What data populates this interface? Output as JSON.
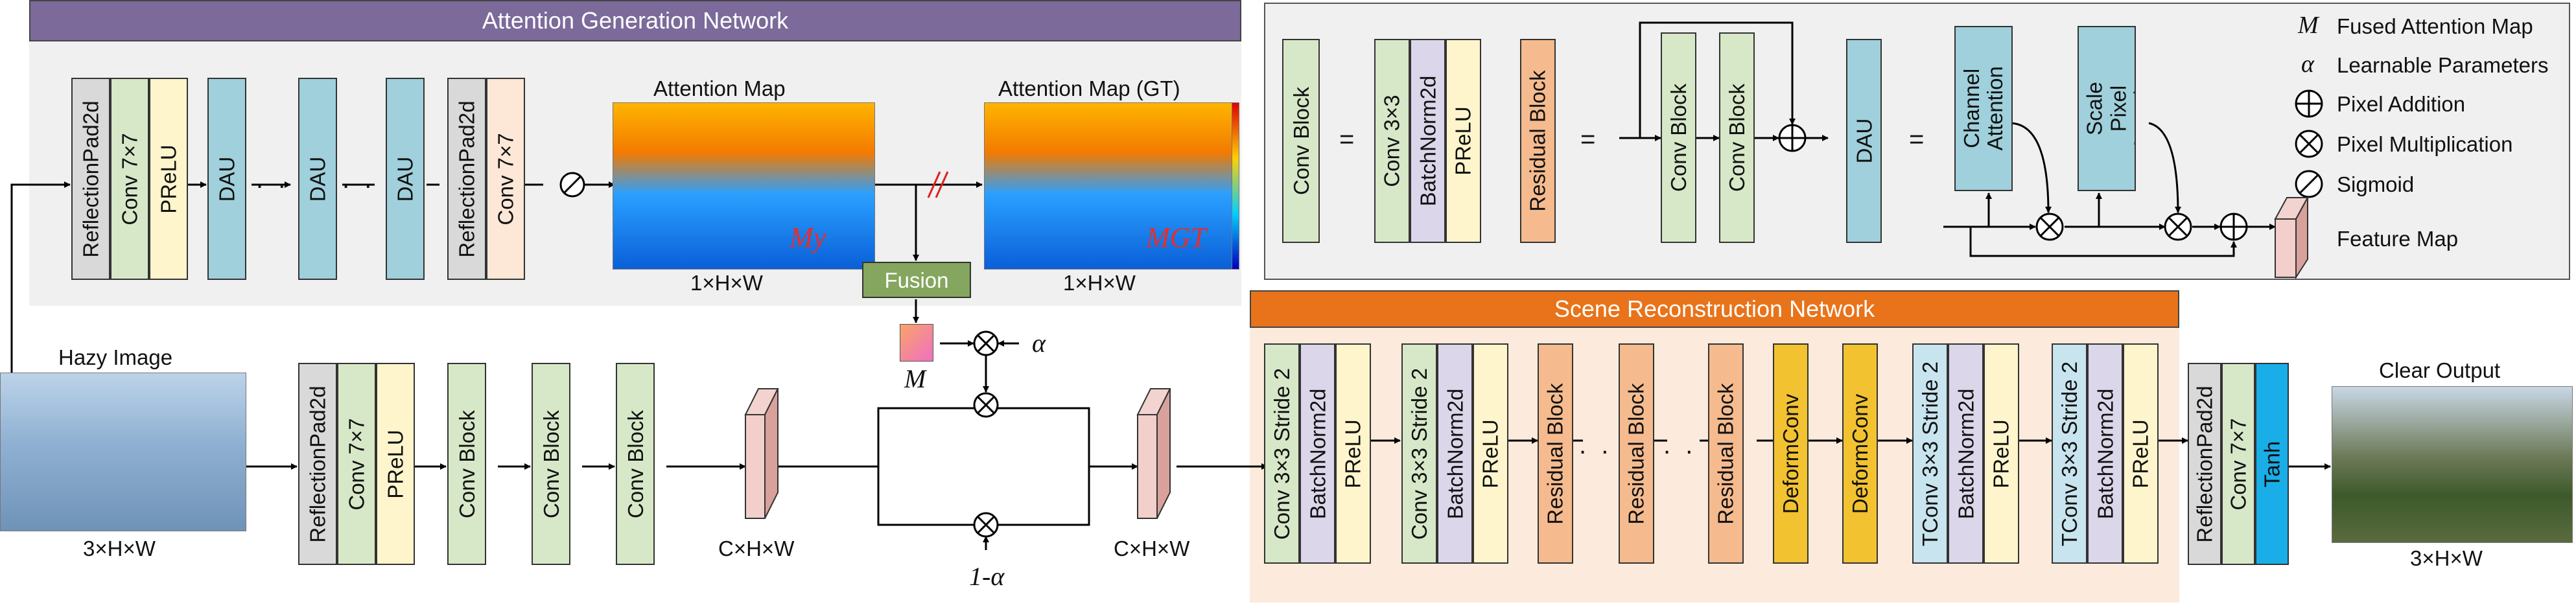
{
  "agn": {
    "title": "Attention Generation Network",
    "blocks": [
      "ReflectionPad2d",
      "Conv 7×7",
      "PReLU",
      "DAU",
      "DAU",
      "DAU",
      "ReflectionPad2d",
      "Conv 7×7"
    ],
    "attention_map_label": "Attention Map",
    "attention_map_gt_label": "Attention Map (GT)",
    "attention_map_symbol": "My",
    "attention_map_gt_symbol": "MGT",
    "dims": [
      "1×H×W",
      "1×H×W"
    ],
    "fusion_label": "Fusion"
  },
  "srn": {
    "title": "Scene Reconstruction Network",
    "blocks": [
      "Conv 3×3 Stride 2",
      "BatchNorm2d",
      "PReLU",
      "Conv 3×3 Stride 2",
      "BatchNorm2d",
      "PReLU",
      "Residual Block",
      "Residual Block",
      "Residual Block",
      "DeformConv",
      "DeformConv",
      "TConv 3×3 Stride 2",
      "BatchNorm2d",
      "PReLU",
      "TConv 3×3 Stride 2",
      "BatchNorm2d",
      "PReLU"
    ]
  },
  "main": {
    "hazy_label": "Hazy Image",
    "hazy_dim": "3×H×W",
    "encoder_blocks": [
      "ReflectionPad2d",
      "Conv 7×7",
      "PReLU",
      "Conv Block",
      "Conv Block",
      "Conv Block"
    ],
    "feature_dim_1": "C×H×W",
    "feature_dim_2": "C×H×W",
    "m_symbol": "M",
    "alpha_symbol": "α",
    "one_minus_alpha": "1-α",
    "output_blocks": [
      "ReflectionPad2d",
      "Conv 7×7",
      "Tanh"
    ],
    "clear_label": "Clear Output",
    "clear_dim": "3×H×W"
  },
  "legend_defs": {
    "conv_block_label": "Conv Block",
    "conv_block_parts": [
      "Conv 3×3",
      "BatchNorm2d",
      "PReLU"
    ],
    "residual_block_label": "Residual Block",
    "residual_parts": [
      "Conv Block",
      "Conv Block"
    ],
    "dau_label": "DAU",
    "dau_parts": [
      "Channel Attention",
      "Multi-Scale Pixel Attention"
    ],
    "equals": "="
  },
  "legend": {
    "items": [
      {
        "symbol": "M",
        "text": "Fused Attention Map"
      },
      {
        "symbol": "α",
        "text": "Learnable Parameters"
      },
      {
        "symbol": "⊕",
        "text": "Pixel Addition"
      },
      {
        "symbol": "⊗",
        "text": "Pixel Multiplication"
      },
      {
        "symbol": "⊘",
        "text": "Sigmoid"
      },
      {
        "symbol": "",
        "text": "Feature Map"
      }
    ]
  },
  "colors": {
    "agn_banner": "#7b6a9a",
    "agn_bg": "#f0f0f0",
    "srn_banner": "#e8731a",
    "srn_bg": "#fcebdc",
    "legend_bg": "#f0f0f0",
    "gray_block": "#d9d9d9",
    "green_block": "#d7e8c8",
    "yellow_block": "#fff5cc",
    "blue_block": "#9fd0dc",
    "purple_block": "#dcd6ea",
    "orange_block": "#f5bb8e",
    "gold_block": "#f2c230",
    "tconv_block": "#c8e4ef",
    "tanh_block": "#19aee8",
    "fusion": "#84a65e",
    "feature_map": "#e8b9b4"
  }
}
